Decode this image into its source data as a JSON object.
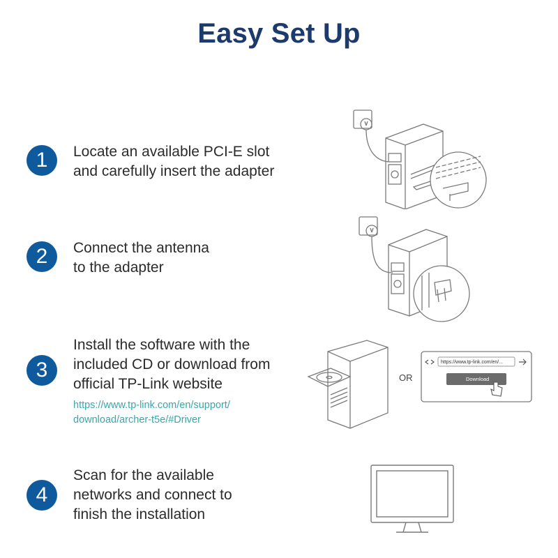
{
  "title": "Easy Set Up",
  "steps": [
    {
      "number": "1",
      "lines": [
        "Locate an available PCI-E slot",
        "and carefully insert the adapter"
      ]
    },
    {
      "number": "2",
      "lines": [
        "Connect the antenna",
        "to the adapter"
      ]
    },
    {
      "number": "3",
      "lines": [
        "Install the software with the",
        "included CD or download from",
        "official TP-Link website"
      ],
      "link_lines": [
        "https://www.tp-link.com/en/support/",
        "download/archer-t5e/#Driver"
      ]
    },
    {
      "number": "4",
      "lines": [
        "Scan for the available",
        "networks and connect to",
        "finish the installation"
      ]
    }
  ],
  "illustration": {
    "or_label": "OR",
    "browser_url": "https://www.tp-link.com/en/...",
    "download_button": "Download"
  },
  "colors": {
    "title": "#1c3a6b",
    "badge": "#0f5a9c",
    "link": "#3aa5ad",
    "line_art": "#7a7a7a"
  },
  "icons": [
    "pc-tower-slot-icon",
    "pc-tower-antenna-icon",
    "pc-tower-cd-icon",
    "browser-download-icon",
    "monitor-icon"
  ]
}
